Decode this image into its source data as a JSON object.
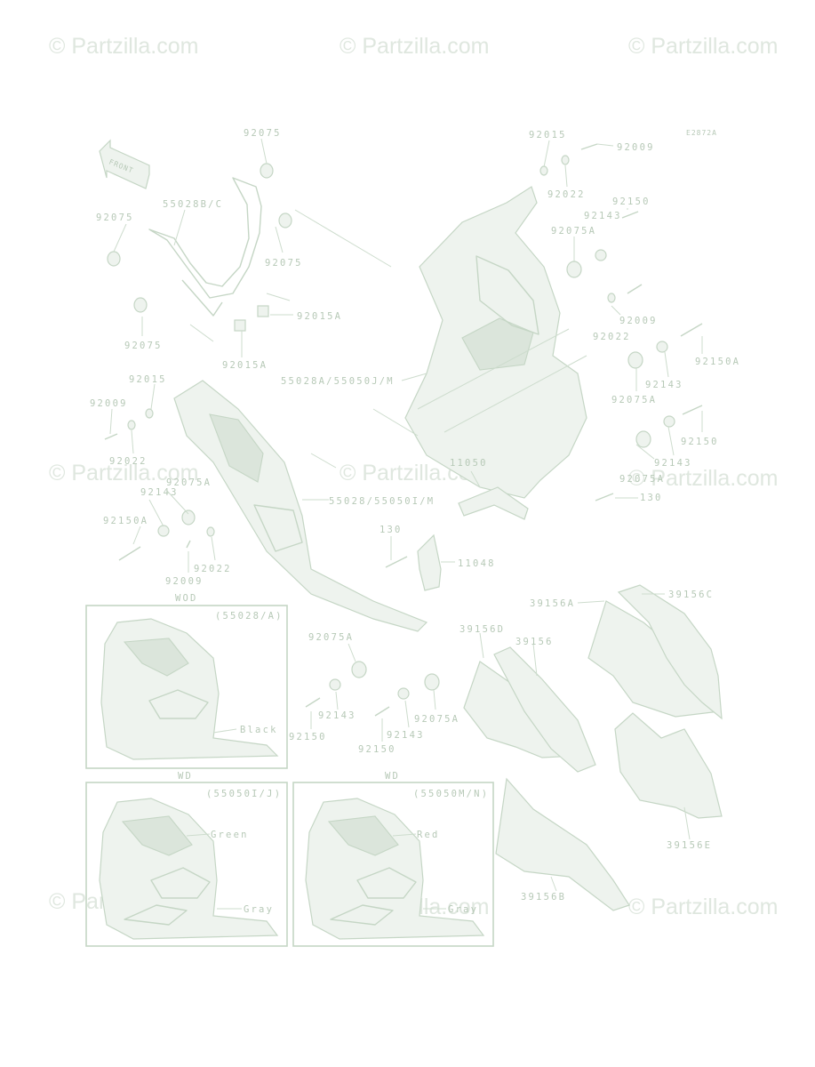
{
  "watermark": "© Partzilla.com",
  "diagram_code": "E2872A",
  "front_arrow": "FRONT",
  "parts": {
    "p92075_top": "92075",
    "p92015_tr": "92015",
    "p92009_tr": "92009",
    "p55028bc": "55028B/C",
    "p92022_tr": "92022",
    "p92150_tr": "92150",
    "p92143_tr": "92143",
    "p92075_left": "92075",
    "p92075_mid": "92075",
    "p92075a_tr": "92075A",
    "p92015a_r": "92015A",
    "p92009_r": "92009",
    "p92075_lower": "92075",
    "p92022_r": "92022",
    "p92150a_r": "92150A",
    "p92015a_b": "92015A",
    "p92143_r": "92143",
    "p55028a": "55028A/55050J/M",
    "p92015_l": "92015",
    "p92075a_r": "92075A",
    "p92009_l": "92009",
    "p92150_r": "92150",
    "p92022_l": "92022",
    "p11050": "11050",
    "p92143_r2": "92143",
    "p92075a_l": "92075A",
    "p92075a_r2": "92075A",
    "p92143_l": "92143",
    "p55028": "55028/55050I/M",
    "p130_r": "130",
    "p92150a_l": "92150A",
    "p130_c": "130",
    "p11048": "11048",
    "p92022_l2": "92022",
    "p92009_l2": "92009",
    "p39156a": "39156A",
    "p39156c": "39156C",
    "p39156d": "39156D",
    "p39156": "39156",
    "p92075a_c": "92075A",
    "p92143_c": "92143",
    "p92150_c": "92150",
    "p92143_c2": "92143",
    "p92075a_c2": "92075A",
    "p92150_c2": "92150",
    "p39156e": "39156E",
    "p39156b": "39156B"
  },
  "insets": [
    {
      "tag": "WOD",
      "code": "(55028/A)",
      "colors": [
        "Black"
      ]
    },
    {
      "tag": "WD",
      "code": "(55050I/J)",
      "colors": [
        "Green",
        "Gray"
      ]
    },
    {
      "tag": "WD",
      "code": "(55050M/N)",
      "colors": [
        "Red",
        "Gray"
      ]
    }
  ]
}
